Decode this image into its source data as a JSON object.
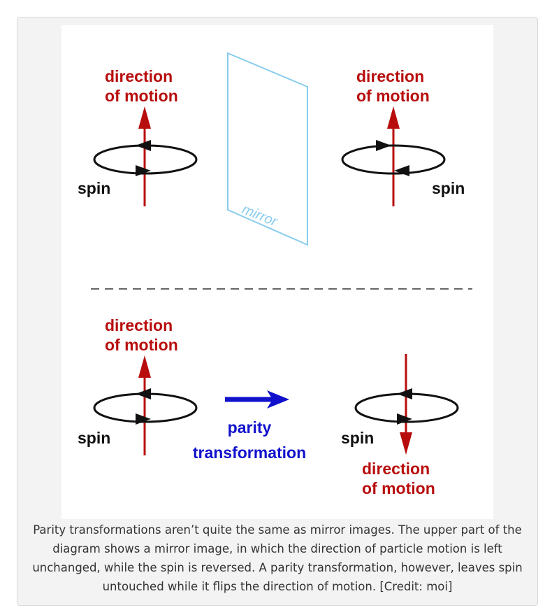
{
  "figure": {
    "colors": {
      "motion": "#b80d0d",
      "spin": "#111111",
      "parity": "#1111cc",
      "mirror": "#88ccee"
    },
    "top": {
      "left": {
        "motion_label_line1": "direction",
        "motion_label_line2": "of motion",
        "spin_label": "spin"
      },
      "right": {
        "motion_label_line1": "direction",
        "motion_label_line2": "of motion",
        "spin_label": "spin"
      },
      "mirror_label": "mirror"
    },
    "bottom": {
      "left": {
        "motion_label_line1": "direction",
        "motion_label_line2": "of motion",
        "spin_label": "spin"
      },
      "transform_label_line1": "parity",
      "transform_label_line2": "transformation",
      "right": {
        "spin_label": "spin",
        "motion_label_line1": "direction",
        "motion_label_line2": "of motion"
      }
    }
  },
  "caption": "Parity transformations aren’t quite the same as mirror images. The upper part of the diagram shows a mirror image, in which the direction of particle motion is left unchanged, while the spin is reversed. A parity transformation, however, leaves spin untouched while it flips the direction of motion. [Credit: moi]"
}
